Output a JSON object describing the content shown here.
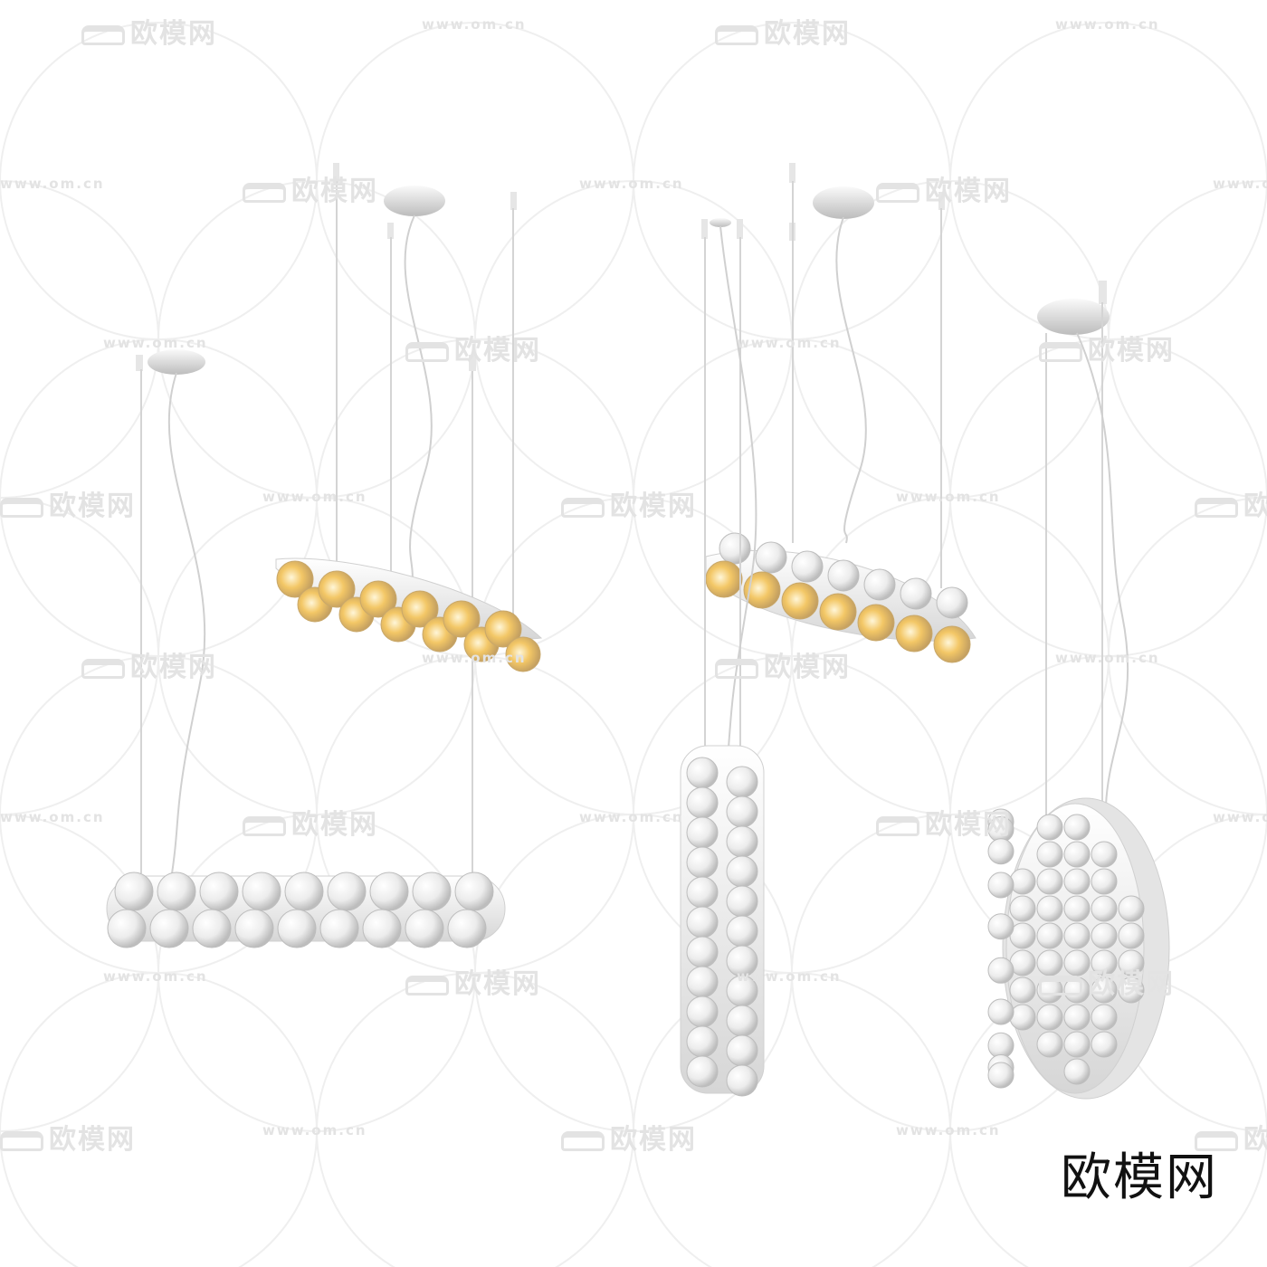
{
  "watermark": {
    "cn_text": "欧模网",
    "url_text": "www.om.cn"
  },
  "brand": {
    "label": "欧模网"
  },
  "colors": {
    "background": "#ffffff",
    "fixture_white": "#f2f2f2",
    "fixture_shadow": "#cfcfcf",
    "glass": "#e9e9e9",
    "warm_glow": "#f6c15a",
    "watermark": "#e3e3e3",
    "brand_text": "#111111"
  }
}
